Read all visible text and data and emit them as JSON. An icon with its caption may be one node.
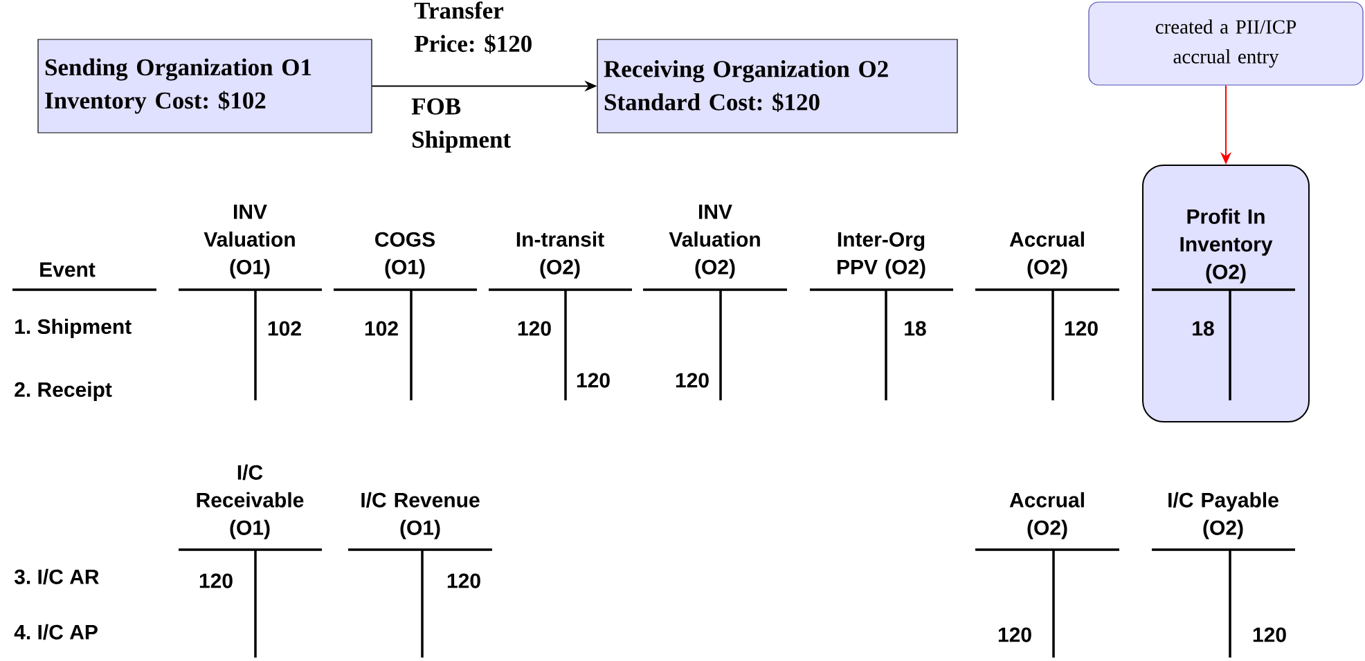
{
  "diagram": {
    "nodes": [
      {
        "text": [
          "Sending Organization O1",
          "Inventory Cost: $102"
        ]
      },
      {
        "text": [
          "Receiving Organization O2",
          "Standard Cost: $120"
        ]
      },
      {
        "text": [
          "created a PII/ICP accrual entry"
        ]
      },
      {
        "text": [
          "Profit In Inventory (O2)",
          "18"
        ]
      }
    ],
    "edges": [
      {
        "from": 0,
        "to": 1,
        "arrow": "to",
        "label": "Transfer Price: $120"
      },
      {
        "from": 2,
        "to": 3,
        "arrow": "to",
        "color": "#ff0000"
      }
    ],
    "labels": [
      "FOB Shipment",
      "INV Valuation (O1)",
      "COGS (O1)",
      "In-transit (O2)",
      "INV Valuation (O2)",
      "Inter-Org PPV (O2)",
      "Accrual (O2)",
      "Event",
      "1. Shipment",
      "102",
      "102",
      "120",
      "18",
      "120",
      "2. Receipt",
      "120",
      "120",
      "I/C Receivable (O1)",
      "I/C Revenue (O1)",
      "Accrual (O2)",
      "I/C Payable (O2)",
      "3. I/C AR",
      "120",
      "120",
      "4. I/C AP",
      "120",
      "120"
    ]
  }
}
